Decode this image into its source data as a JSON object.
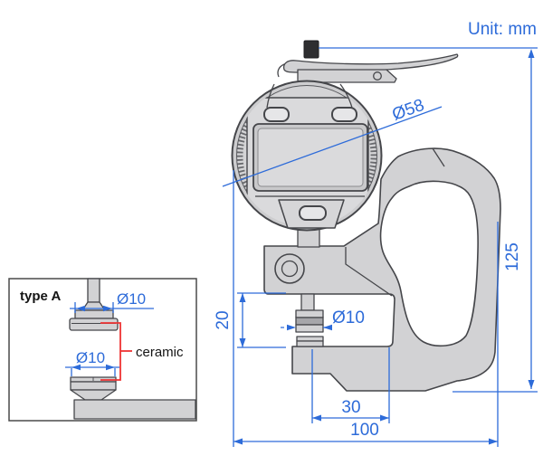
{
  "note": {
    "unit_label": "Unit: mm"
  },
  "colors": {
    "dimension": "#2d6bd9",
    "callout": "#ee3333",
    "body": "#d2d2d4",
    "outline": "#45464a",
    "plate": "#dadadc",
    "lcd": "#c9c9cb",
    "button": "#e6e6e8",
    "knob": "#2e2e30",
    "ink": "#141414"
  },
  "main_view": {
    "description": "digital thickness gauge front view",
    "dim_dial_diameter": "Ø58",
    "dim_overall_height": "125",
    "dim_throat_height": "20",
    "dim_anvil_diameter": "Ø10",
    "dim_throat_depth": "30",
    "dim_overall_width": "100"
  },
  "inset": {
    "type_label": "type A",
    "dim_upper_contact": "Ø10",
    "dim_lower_contact": "Ø10",
    "material_label": "ceramic"
  }
}
